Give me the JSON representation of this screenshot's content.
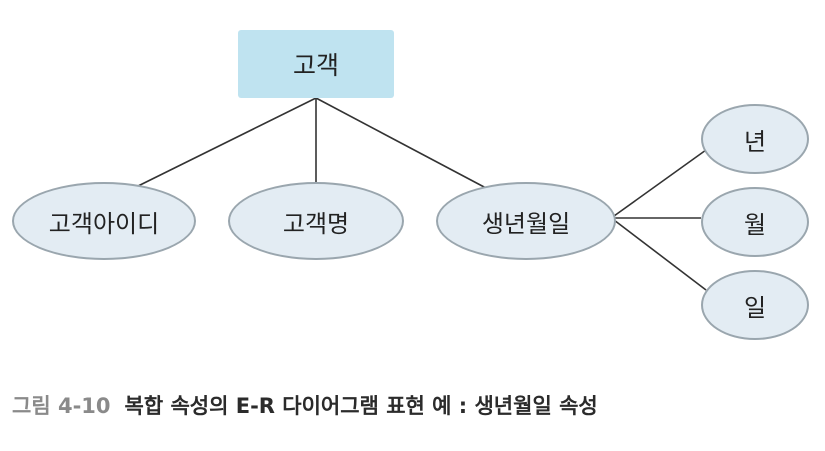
{
  "entity": {
    "label": "고객"
  },
  "attributes": [
    {
      "label": "고객아이디"
    },
    {
      "label": "고객명"
    },
    {
      "label": "생년월일"
    }
  ],
  "sub_attributes": [
    {
      "label": "년"
    },
    {
      "label": "월"
    },
    {
      "label": "일"
    }
  ],
  "caption": {
    "number": "그림 4-10",
    "title": "복합 속성의 E-R 다이어그램 표현 예 : 생년월일 속성"
  },
  "colors": {
    "entity_fill": "#bfe3f0",
    "attribute_fill": "#e3ecf3",
    "attribute_stroke": "#9aa6ae",
    "line": "#333333",
    "caption_number": "#8a8a8a",
    "caption_title": "#2b2b2b"
  }
}
